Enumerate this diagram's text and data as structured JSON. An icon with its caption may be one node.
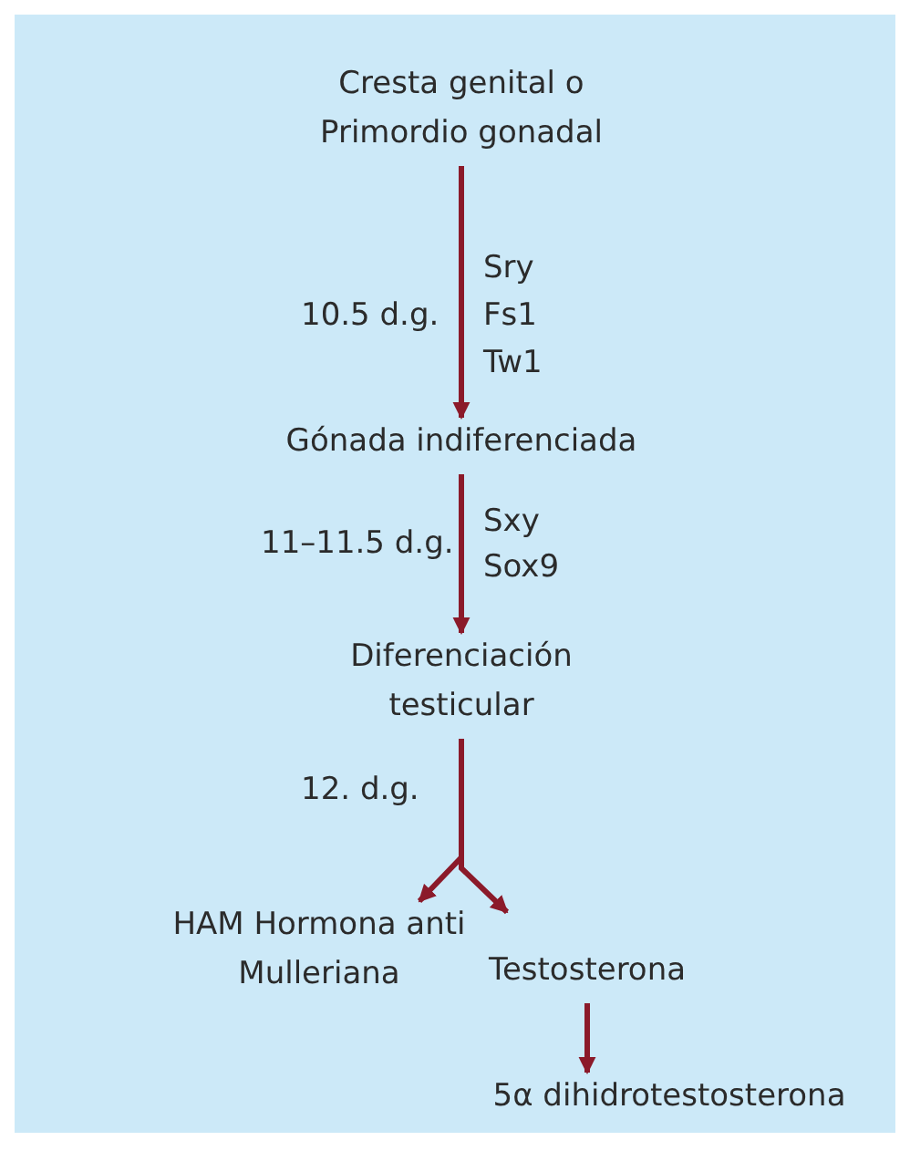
{
  "diagram": {
    "nodes": [
      {
        "text": [
          "Cresta genital o Primordio gonadal"
        ]
      },
      {
        "text": [
          "Gónada indiferenciada"
        ]
      },
      {
        "text": [
          "Diferenciación testicular"
        ]
      },
      {
        "text": [
          "HAM Hormona anti Mulleriana"
        ]
      },
      {
        "text": [
          "Testosterona"
        ]
      },
      {
        "text": [
          "5α dihidrotestosterona"
        ]
      }
    ],
    "edges": [
      {
        "from": 0,
        "to": 1,
        "arrow": "to",
        "label": "10.5 d.g."
      },
      {
        "from": 1,
        "to": 2,
        "arrow": "to",
        "label": "11–11.5 d.g."
      },
      {
        "from": 2,
        "to": 3,
        "arrow": "to",
        "label": "12. d.g."
      },
      {
        "from": 2,
        "to": 4,
        "arrow": "to"
      },
      {
        "from": 4,
        "to": 5,
        "arrow": "to"
      }
    ],
    "labels": [
      "Sry",
      "Fs1",
      "Tw1",
      "Sxy",
      "Sox9"
    ]
  }
}
